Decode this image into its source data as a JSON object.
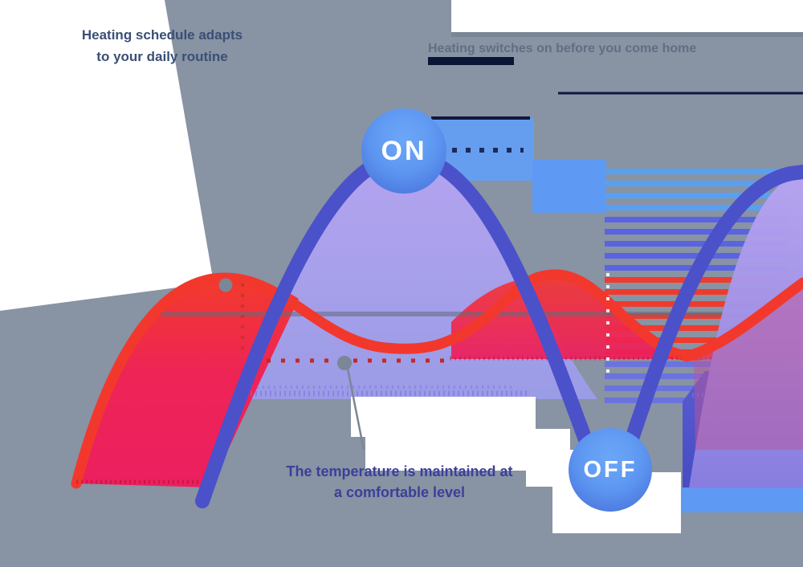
{
  "illustration": {
    "captions": {
      "top_left": {
        "lines": [
          "Heating schedule adapts",
          "to your daily routine"
        ]
      },
      "top_right": {
        "text": "Heating switches on before you come home"
      },
      "bottom": {
        "lines": [
          "The temperature is maintained at",
          "a comfortable level"
        ]
      }
    },
    "badges": {
      "on": "ON",
      "off": "OFF"
    },
    "colors": {
      "field_gray": "#8893a4",
      "edge_shadow": "#6f7a8a",
      "beam_blue": "#649ef3",
      "beam_blue2": "#5e9af3",
      "stripe_blue": "#58a0f4",
      "stripe_indigo": "#5a63e2",
      "stripe_red": "#ef3b2d",
      "stripe_indigo2": "#6b73dd",
      "indigo_block_top": "#5a5bd0",
      "indigo_block_bottom": "#474cc4",
      "blue_band": "#5e9af4",
      "lavender_top": "#b6a4f2",
      "lavender_bottom": "#9b9ce9",
      "mauve": "#b9559b",
      "red_stroke": "#f2382d",
      "red_fill_top": "#f23a2c",
      "red_fill_bottom": "#ec1f5f",
      "wave_blue": "#4b51c9",
      "navy_line": "#0e1940",
      "navy_bar": "#0b1535",
      "dot_navy": "#1d2a5e",
      "dot_red": "#c5281f",
      "marker_gray": "#7b8696",
      "baseline": "rgba(100,108,124,0.55)",
      "white": "#ffffff"
    }
  }
}
